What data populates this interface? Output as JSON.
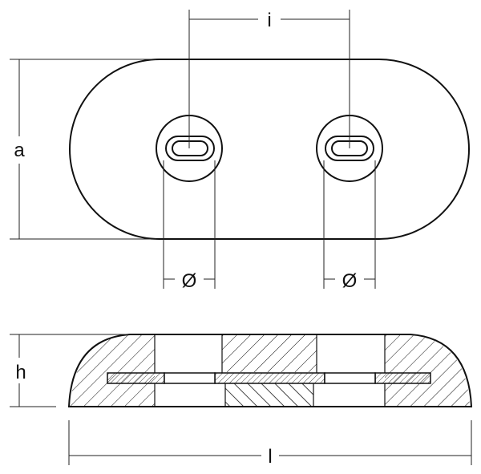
{
  "labels": {
    "spacing": "i",
    "width": "a",
    "hole_left": "Ø",
    "hole_right": "Ø",
    "height": "h",
    "length": "l"
  },
  "colors": {
    "line": "#111111",
    "background": "#ffffff"
  }
}
